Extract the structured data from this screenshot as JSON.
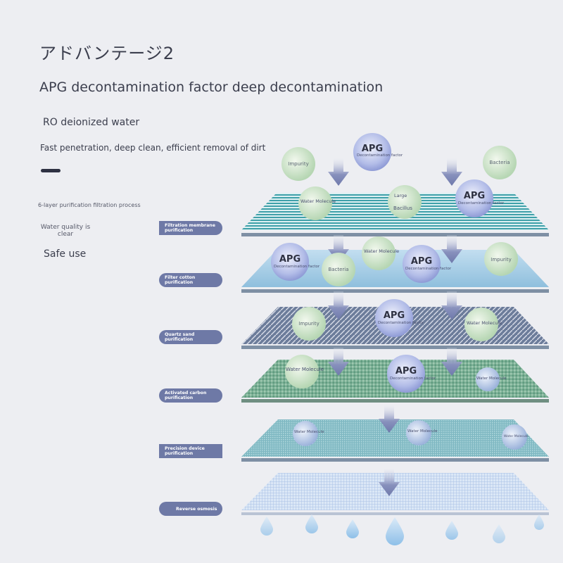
{
  "header": {
    "title": "アドバンテージ2",
    "subtitle": "APG decontamination factor deep decontamination",
    "ro": "RO deionized water",
    "tagline": "Fast penetration, deep clean, efficient removal of dirt"
  },
  "side": {
    "process": "6-layer purification filtration process",
    "water_quality": "Water quality is clear",
    "safe": "Safe use"
  },
  "layers": [
    {
      "label": "Filtration membrane purification"
    },
    {
      "label": "Filter cotton purification"
    },
    {
      "label": "Quartz sand purification"
    },
    {
      "label": "Activated carbon purification"
    },
    {
      "label": "Precision device purification"
    },
    {
      "label": "Reverse osmosis"
    }
  ],
  "bubbles": {
    "apg": "APG",
    "apg_sub": "Decontamination factor",
    "impurity": "Impurity",
    "bacteria": "Bacteria",
    "water_molecule": "Water Molecule",
    "large": "Large",
    "bacillus": "Bacillus"
  },
  "colors": {
    "accent": "#6e79a6",
    "dark": "#2e3142",
    "arrow": "#7a84b2"
  }
}
